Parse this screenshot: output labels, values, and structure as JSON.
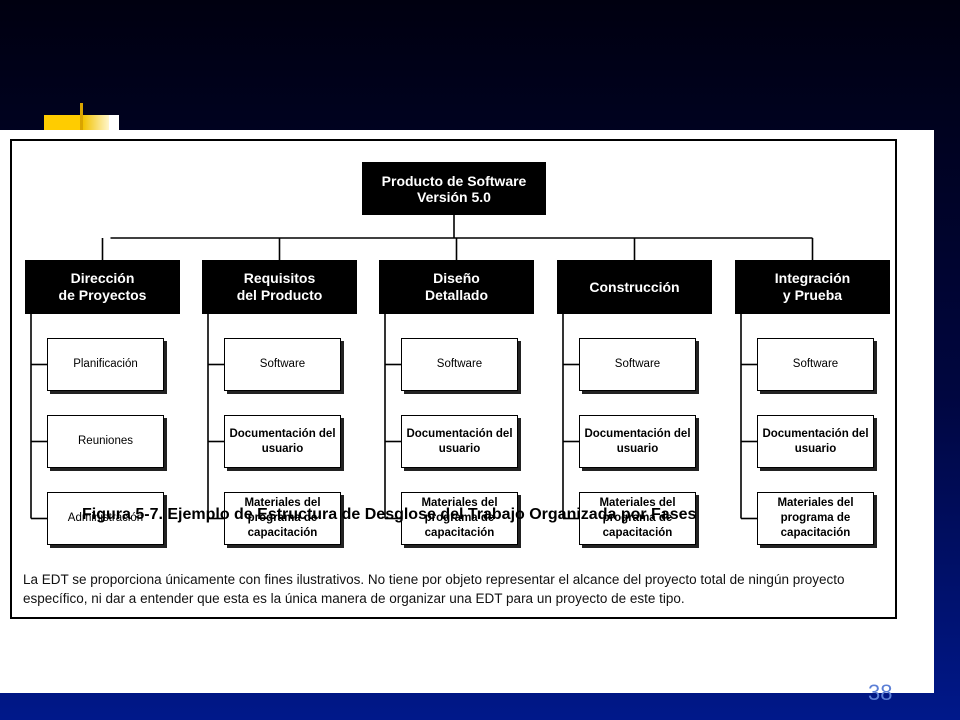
{
  "root": {
    "line1": "Producto de Software",
    "line2": "Versión 5.0"
  },
  "phases": [
    {
      "line1": "Dirección",
      "line2": "de Proyectos",
      "items": [
        "Planificación",
        "Reuniones",
        "Administración"
      ]
    },
    {
      "line1": "Requisitos",
      "line2": "del Producto",
      "items": [
        "Software",
        "Documentación del usuario",
        "Materiales del programa de capacitación"
      ]
    },
    {
      "line1": "Diseño",
      "line2": "Detallado",
      "items": [
        "Software",
        "Documentación del usuario",
        "Materiales del programa de capacitación"
      ]
    },
    {
      "line1": "Construcción",
      "line2": "",
      "items": [
        "Software",
        "Documentación del usuario",
        "Materiales del programa de capacitación"
      ]
    },
    {
      "line1": "Integración",
      "line2": "y Prueba",
      "items": [
        "Software",
        "Documentación del usuario",
        "Materiales del programa de capacitación"
      ]
    }
  ],
  "note": "La EDT se proporciona únicamente con fines ilustrativos. No tiene por objeto representar el alcance del proyecto total de ningún proyecto específico, ni dar a entender que esta es la única manera de organizar una EDT para un proyecto de este tipo.",
  "caption": "Figura 5-7. Ejemplo de Estructura de Desglose del Trabajo Organizada por Fases",
  "page_number": "38",
  "colors": {
    "background_top": "#000010",
    "background_bottom": "#00188a",
    "accent": "#ffcc00",
    "page_number": "#5b7fd6"
  }
}
